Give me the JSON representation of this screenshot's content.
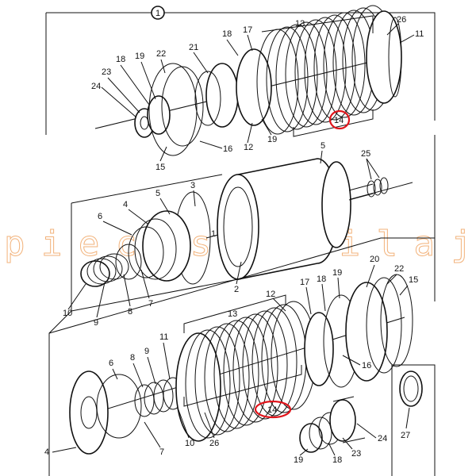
{
  "figure": {
    "section_number": "1",
    "watermark": "pieces utilaj",
    "highlight_color": "#e0141b",
    "watermark_color": "#f2b27a",
    "upper_assembly_labels": [
      "26",
      "11",
      "13",
      "17",
      "18",
      "21",
      "14",
      "19",
      "12",
      "16",
      "15",
      "22",
      "18",
      "23",
      "24"
    ],
    "middle_assembly_labels": [
      "5",
      "25",
      "3",
      "5",
      "4",
      "6",
      "1",
      "10",
      "9",
      "8",
      "7",
      "2"
    ],
    "lower_assembly_labels": [
      "13",
      "12",
      "17",
      "18",
      "19",
      "20",
      "22",
      "15",
      "16",
      "11",
      "9",
      "8",
      "6",
      "14",
      "10",
      "26",
      "7",
      "4",
      "24",
      "23",
      "18",
      "19",
      "27"
    ],
    "highlighted_label": "14"
  }
}
